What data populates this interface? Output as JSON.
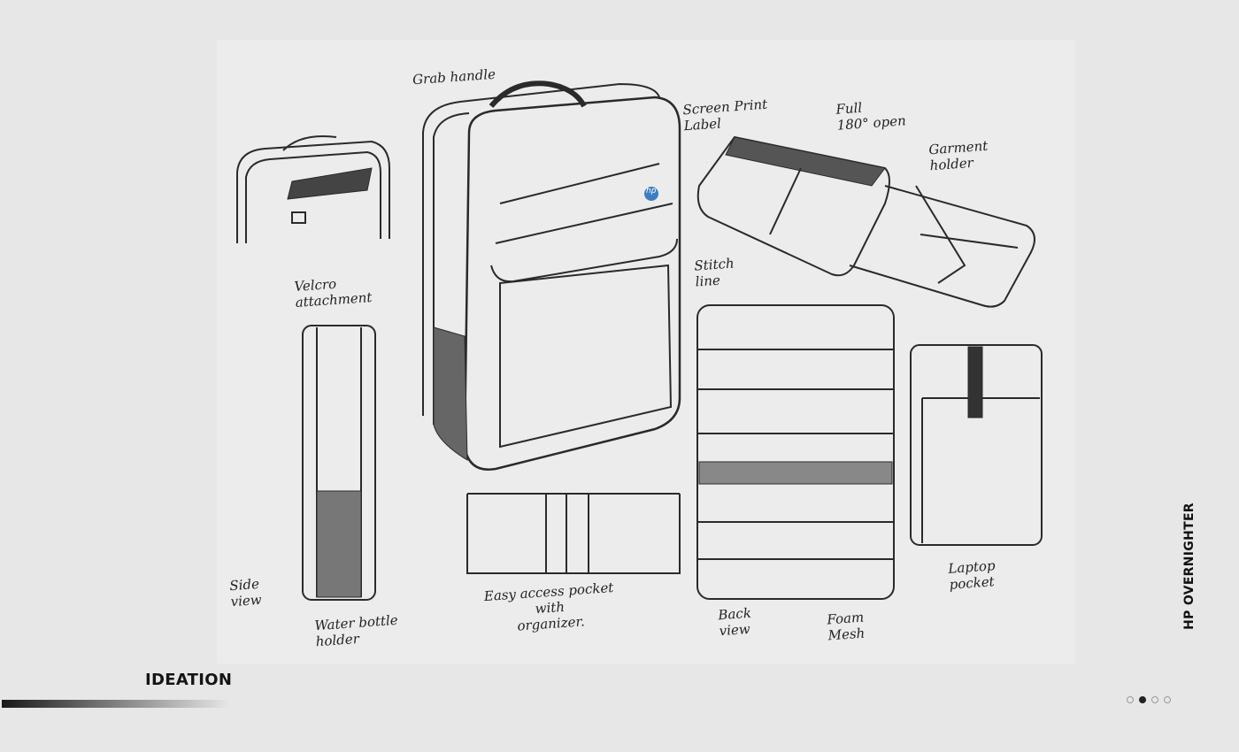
{
  "slide": {
    "section_title": "IDEATION",
    "project_title": "HP OVERNIGHTER"
  },
  "pagination": {
    "total": 4,
    "active_index": 1
  },
  "sketch": {
    "logo_text": "hp",
    "notes": {
      "grab_handle": "Grab handle",
      "screen_print": "Screen Print\nLabel",
      "full_open": "Full\n180° open",
      "garment_holder": "Garment\nholder",
      "velcro": "Velcro\nattachment",
      "stitch_line": "Stitch\nline",
      "side_view": "Side\nview",
      "water_bottle": "Water bottle\nholder",
      "easy_access": "Easy access pocket\nwith\norganizer.",
      "back_view": "Back\nview",
      "foam_mesh": "Foam\nMesh",
      "laptop_pocket": "Laptop\npocket"
    }
  }
}
